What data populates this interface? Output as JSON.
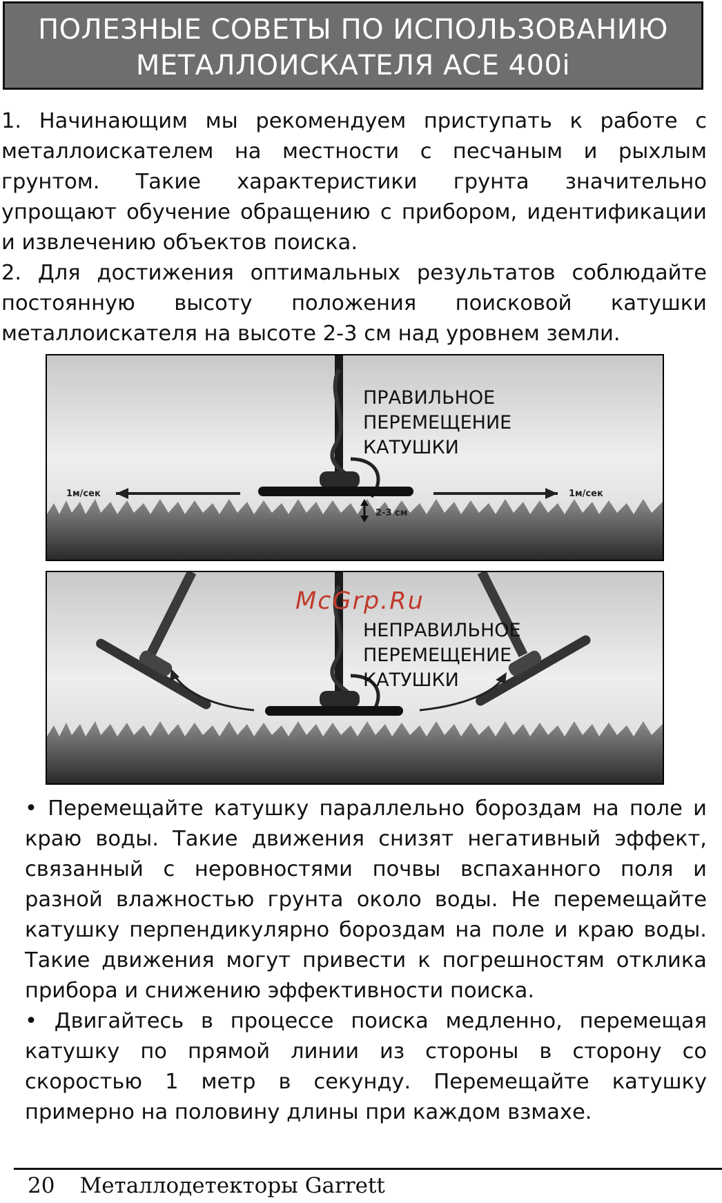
{
  "header": {
    "title_line1": "ПОЛЕЗНЫЕ СОВЕТЫ ПО ИСПОЛЬЗОВАНИЮ",
    "title_line2": "МЕТАЛЛОИСКАТЕЛЯ ACE 400i"
  },
  "paragraphs": {
    "tip1": "1. Начинающим мы рекомендуем приступать к работе с металлоискателем на местности с песчаным и рыхлым грунтом. Такие характеристики грунта значительно упрощают обучение обращению с прибором, идентификации и извлечению объектов поиска.",
    "tip2": "2. Для достижения оптимальных результатов соблюдайте постоянную высоту положения поисковой катушки металлоискателя на высоте 2-3 см над уровнем земли."
  },
  "figures": {
    "correct": {
      "label_line1": "ПРАВИЛЬНОЕ",
      "label_line2": "ПЕРЕМЕЩЕНИЕ",
      "label_line3": "КАТУШКИ",
      "speed_left": "1м/сек",
      "speed_right": "1м/сек",
      "height": "2-3 см"
    },
    "incorrect": {
      "label_line1": "НЕПРАВИЛЬНОЕ",
      "label_line2": "ПЕРЕМЕЩЕНИЕ",
      "label_line3": "КАТУШКИ"
    }
  },
  "watermark": "McGrp.Ru",
  "bullets": {
    "item1": "• Перемещайте катушку параллельно бороздам на поле и краю воды. Такие движения снизят негативный эффект, связанный с неровностями почвы вспаханного поля и разной влажностью грунта около воды. Не перемещайте катушку перпендикулярно бороздам на поле и краю воды. Такие движения могут привести к погрешностям отклика прибора и снижению эффективности поиска.",
    "item2": "• Двигайтесь в процессе поиска медленно, перемещая катушку по прямой линии из стороны в сторону со скоростью 1 метр в секунду. Перемещайте катушку примерно на половину длины при каждом взмахе."
  },
  "footer": {
    "page_number": "20",
    "book_title": "Металлодетекторы Garrett"
  }
}
